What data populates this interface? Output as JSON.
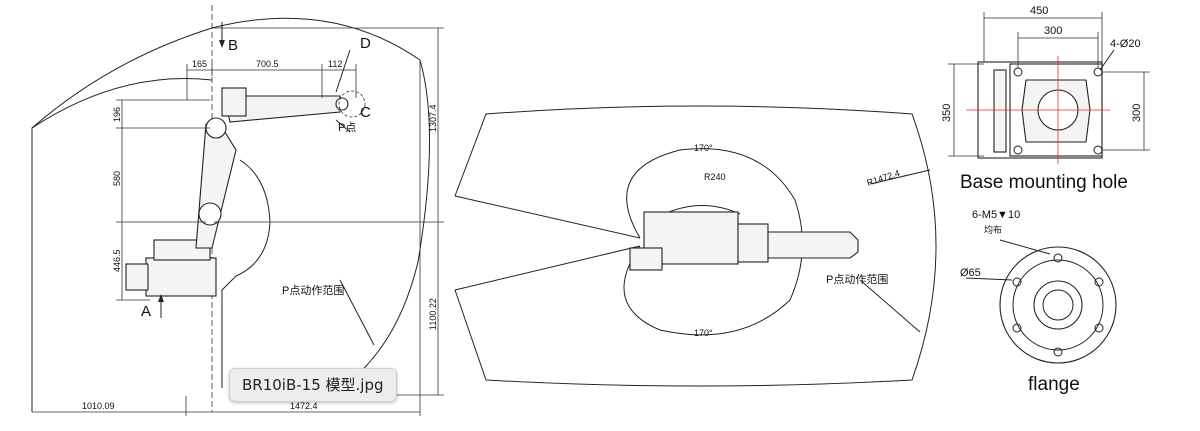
{
  "side_view": {
    "labels": {
      "B": "B",
      "A": "A",
      "C": "C",
      "D": "D",
      "p_point": "P点",
      "work_range": "P点动作范围"
    },
    "dims": {
      "d165": "165",
      "d700": "700.5",
      "d112": "112",
      "d196": "196",
      "d580": "580",
      "d446": "446.5",
      "d1307": "1307.4",
      "d1100": "1100.22",
      "d1010": "1010.09",
      "d1472": "1472.4"
    }
  },
  "top_view": {
    "angle_top": "170°",
    "angle_bottom": "170°",
    "radius_small": "R240",
    "radius_large": "R1472.4",
    "work_range": "P点动作范围"
  },
  "base_view": {
    "width_outer": "450",
    "width_inner": "300",
    "holes": "4-Ø20",
    "height_left": "350",
    "height_right": "300",
    "caption": "Base mounting hole"
  },
  "flange_view": {
    "thread": "6-M5▼10",
    "distributed": "均布",
    "diameter": "Ø65",
    "caption": "flange"
  },
  "file_chip": {
    "label": "BR10iB-15 模型.jpg"
  }
}
